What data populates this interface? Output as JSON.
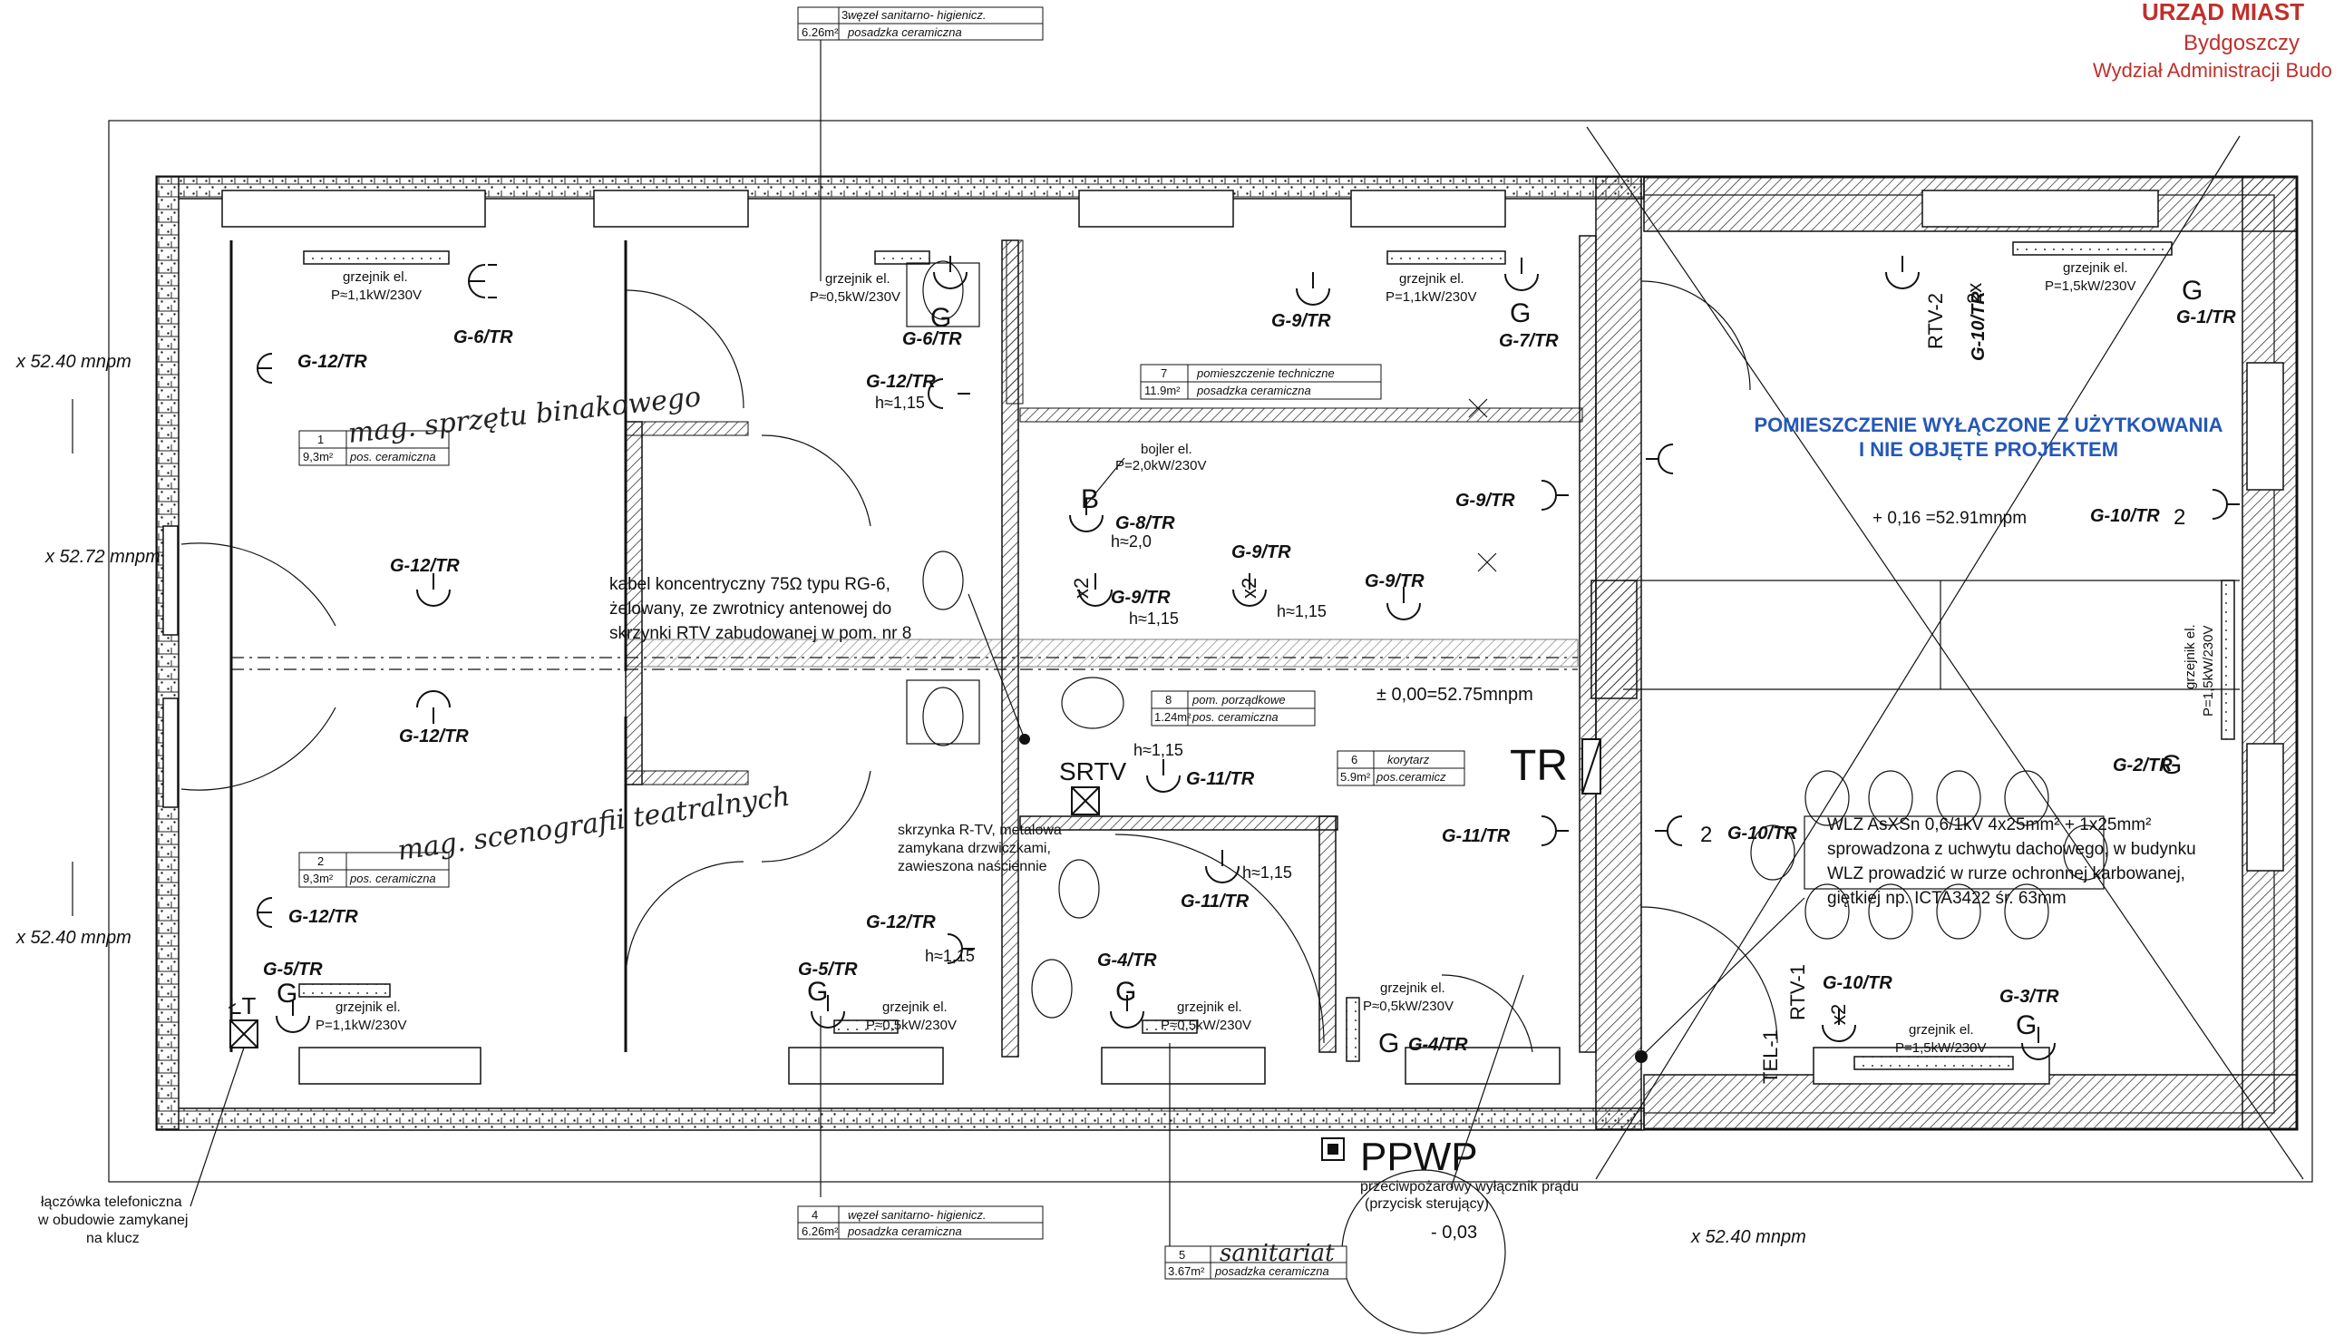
{
  "stamp": {
    "line1": "URZĄD MIAST",
    "line2": "Bydgoszczy",
    "line3": "Wydział Administracji Budo"
  },
  "elevations": {
    "left_top": "x 52.40 mnpm",
    "left_mid": "x 52.72 mnpm",
    "left_bottom": "x 52.40 mnpm",
    "bottom_right": "x 52.40 mnpm",
    "zero": "± 0,00=52.75mnpm",
    "plus016": "+ 0,16 =52.91mnpm",
    "minus003": "- 0,03"
  },
  "rooms": [
    {
      "no": "1",
      "area": "9,3m²",
      "floor": "pos. ceramiczna",
      "name": "mag. sprzętu binakowego"
    },
    {
      "no": "2",
      "area": "9,3m²",
      "floor": "pos. ceramiczna",
      "name": "mag. scenografii teatralnych"
    },
    {
      "no": "3",
      "area": "6.26m²",
      "floor": "posadzka ceramiczna",
      "name": "węzeł sanitarno- higienicz."
    },
    {
      "no": "4",
      "area": "6.26m²",
      "floor": "posadzka ceramiczna",
      "name": "węzeł sanitarno- higienicz."
    },
    {
      "no": "5",
      "area": "3.67m²",
      "floor": "posadzka ceramiczna",
      "name": "sanitariat"
    },
    {
      "no": "6",
      "area": "5.9m²",
      "floor": "pos.ceramicz",
      "name": "korytarz"
    },
    {
      "no": "7",
      "area": "11.9m²",
      "floor": "posadzka ceramiczna",
      "name": "pomieszczenie techniczne"
    },
    {
      "no": "8",
      "area": "1.24m²",
      "floor": "pos. ceramiczna",
      "name": "pom. porządkowe"
    }
  ],
  "excluded_note": {
    "line1": "POMIESZCZENIE WYŁĄCZONE Z UŻYTKOWANIA",
    "line2": "I NIE OBJĘTE PROJEKTEM"
  },
  "heaters": {
    "h1": "grzejnik el.",
    "p11": "P≈1,1kW/230V",
    "p05": "P≈0,5kW/230V",
    "p15": "P=1,5kW/230V",
    "p11b": "P=1,1kW/230V",
    "p05b": "P≈0,5kW/230V",
    "boiler": "bojler el.",
    "boiler_p": "P=2,0kW/230V"
  },
  "outlets": {
    "g1": "G-1/TR",
    "g2": "G-2/TR",
    "g3": "G-3/TR",
    "g4": "G-4/TR",
    "g4b": "G-4/TR",
    "g5": "G-5/TR",
    "g5b": "G-5/TR",
    "g6": "G-6/TR",
    "g6b": "G-6/TR",
    "g7": "G-7/TR",
    "g8": "G-8/TR",
    "g9a": "G-9/TR",
    "g9b": "G-9/TR",
    "g9c": "G-9/TR",
    "g9d": "G-9/TR",
    "g9e": "G-9/TR",
    "g10a": "G-10/TR",
    "g10b": "G-10/TR",
    "g10c": "G-10/TR",
    "g10d": "G-10/TR",
    "g11a": "G-11/TR",
    "g11b": "G-11/TR",
    "g11c": "G-11/TR",
    "g12a": "G-12/TR",
    "g12b": "G-12/TR",
    "g12c": "G-12/TR",
    "g12d": "G-12/TR",
    "g12e": "G-12/TR",
    "g12f": "G-12/TR",
    "h115": "h≈1,15",
    "h20": "h≈2,0"
  },
  "cable_note": {
    "l1": "kabel koncentryczny 75Ω typu RG-6,",
    "l2": "żelowany, ze zwrotnicy antenowej do",
    "l3": "skrzynki RTV zabudowanej w pom. nr 8"
  },
  "srtv": {
    "label": "SRTV",
    "l1": "skrzynka R-TV, metalowa",
    "l2": "zamykana drzwiczkami,",
    "l3": "zawieszona naściennie"
  },
  "wlz": {
    "l1": "WLZ AsXSn 0,6/1kV 4x25mm² + 1x25mm²",
    "l2": "sprowadzona z uchwytu dachowego, w budynku",
    "l3": "WLZ prowadzić w rurze ochronnej karbowanej,",
    "l4": "giętkiej np. ICTA3422 śr. 63mm"
  },
  "tr_label": "TR",
  "ppwp": {
    "label": "PPWP",
    "l1": "przeciwpożarowy wyłącznik prądu",
    "l2": "(przycisk sterujący)"
  },
  "lt": {
    "label": "ŁT",
    "l1": "łączówka telefoniczna",
    "l2": "w obudowie zamykanej",
    "l3": "na klucz"
  },
  "rtv": {
    "rtv2": "RTV-2",
    "rtv1": "RTV-1",
    "tel1": "TEL-1",
    "x2": "x2",
    "twox": "2x",
    "two": "2"
  },
  "letters": {
    "G": "G",
    "B": "B"
  }
}
